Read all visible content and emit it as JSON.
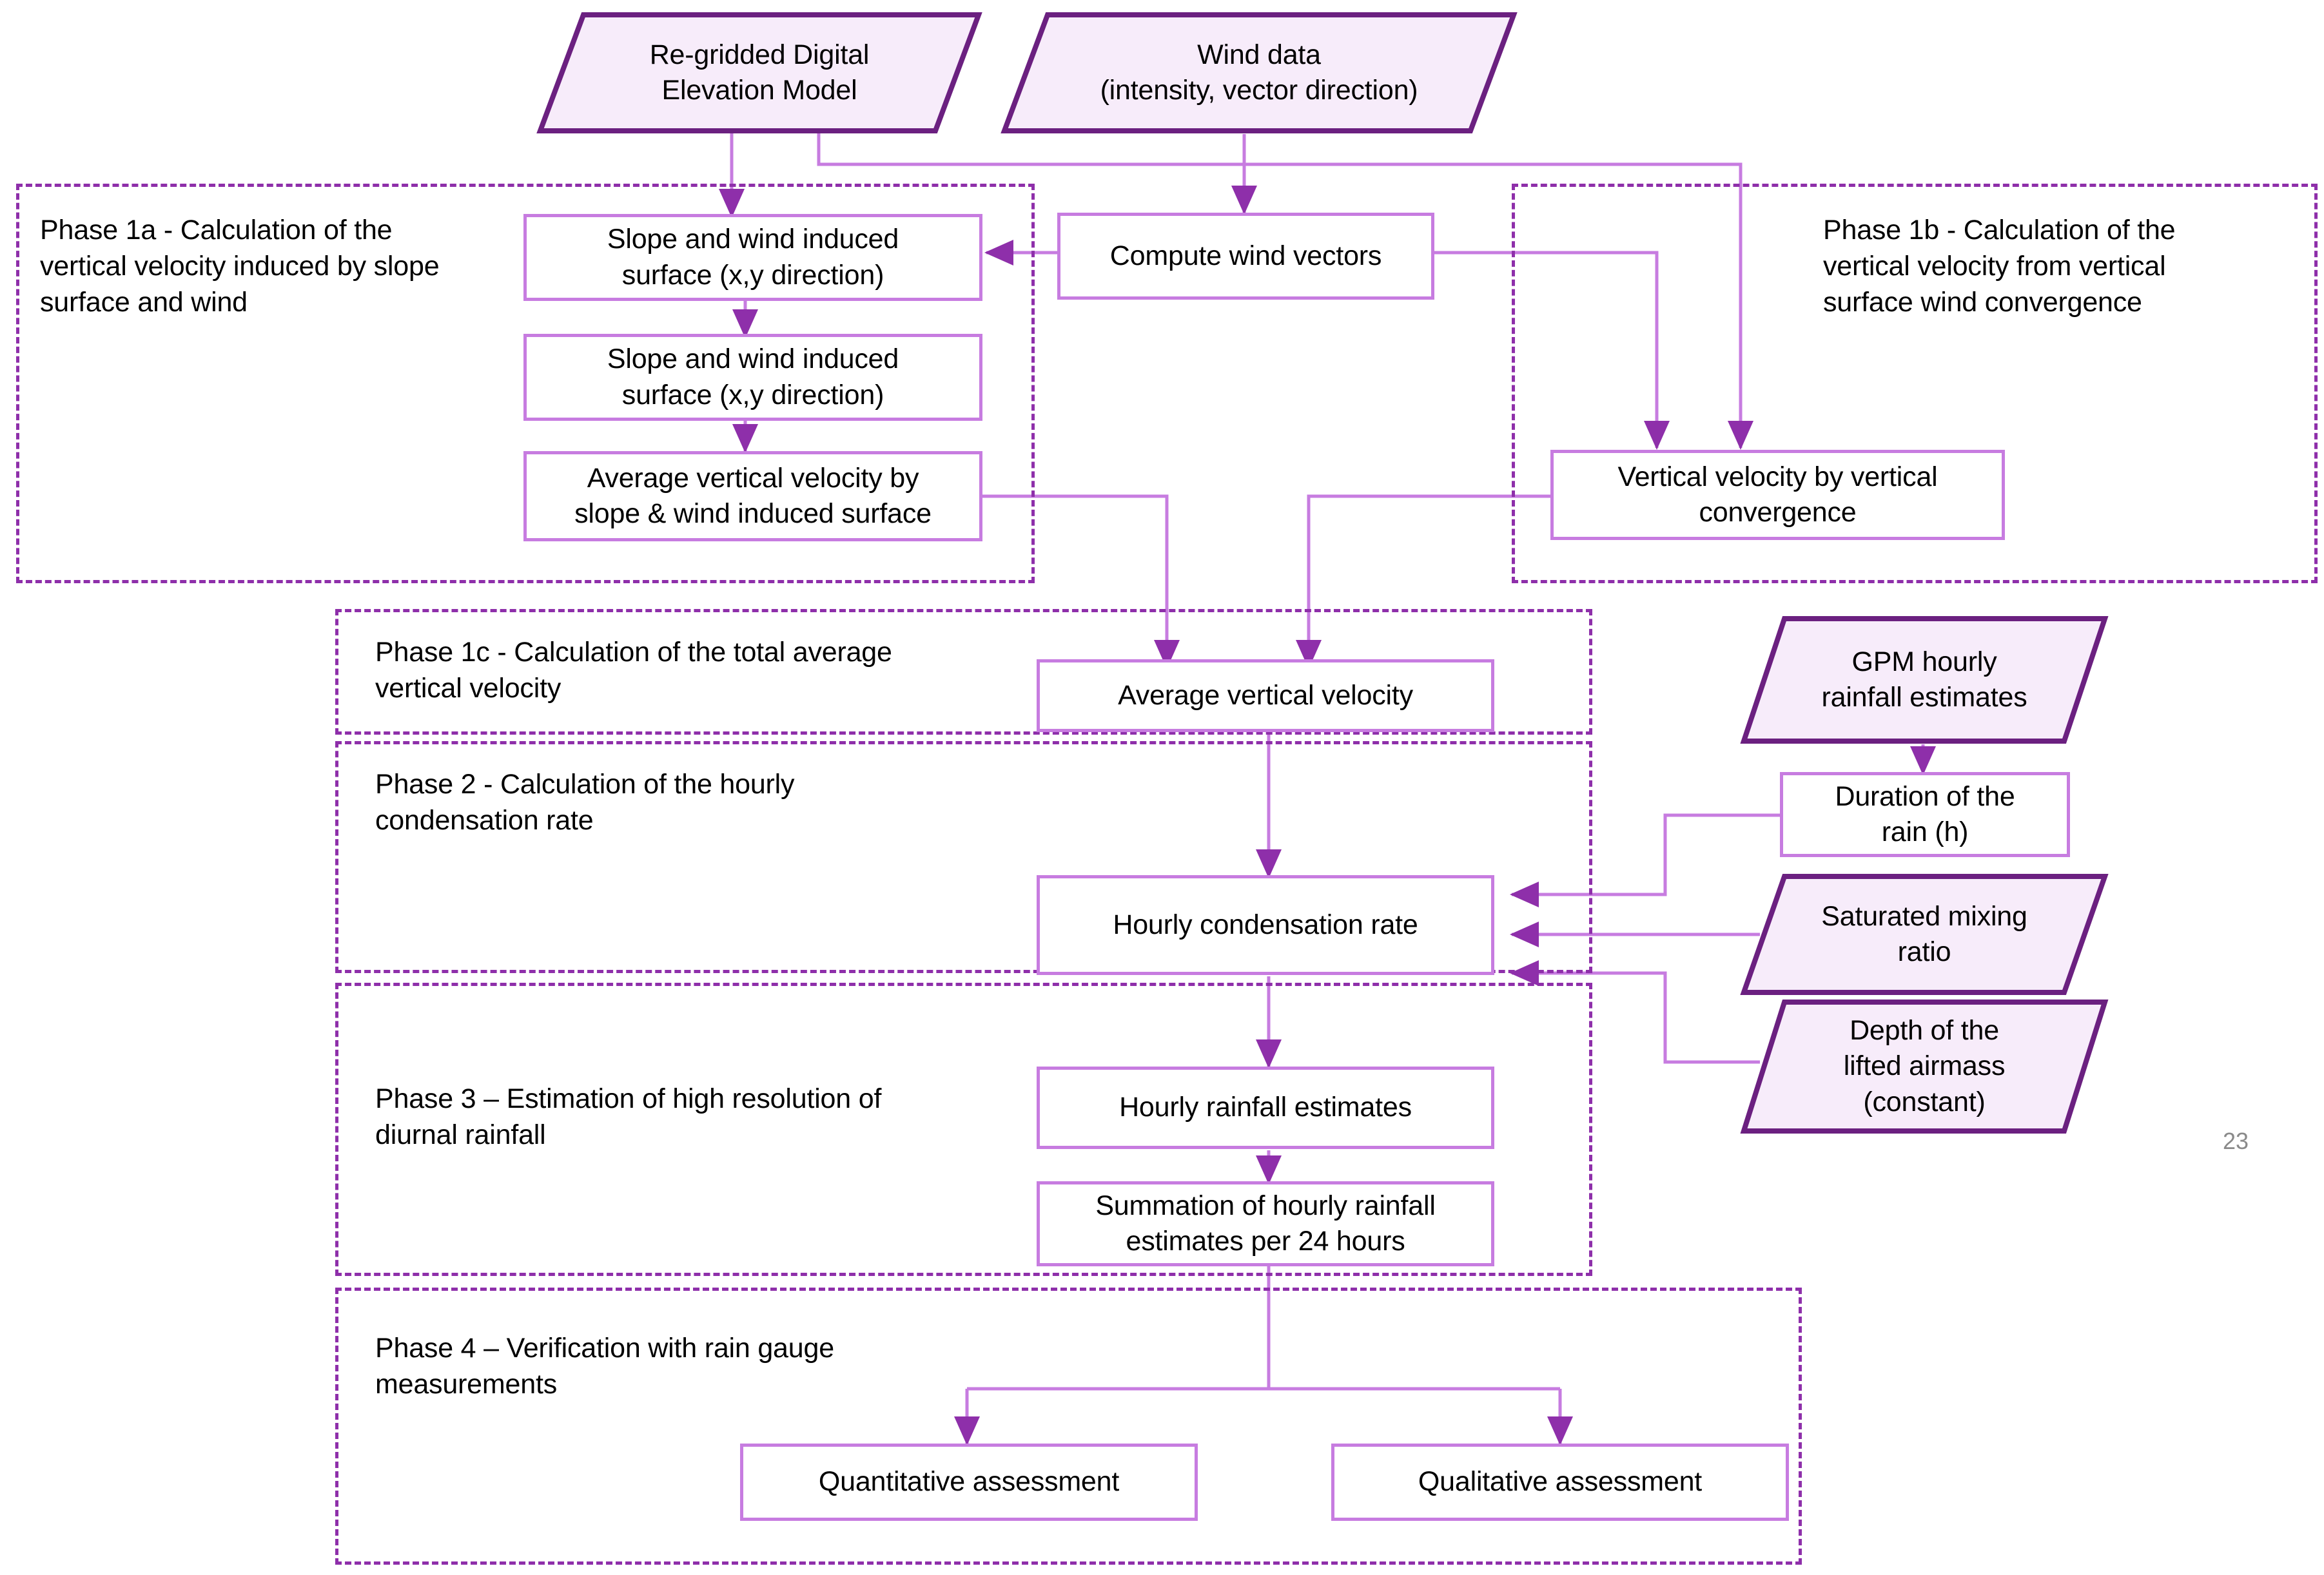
{
  "colors": {
    "phase_border": "#8e2faa",
    "process_border": "#c77ce0",
    "io_border": "#6b2080",
    "io_fill": "#f7ecfa",
    "connector": "#c77ce0",
    "arrow_head": "#8e2faa",
    "text": "#000000",
    "page_number": "#8a8a8a"
  },
  "page": {
    "number": "23"
  },
  "inputs": {
    "dem": "Re-gridded Digital\nElevation Model",
    "wind": "Wind data\n(intensity, vector direction)",
    "gpm": "GPM hourly\nrainfall estimates",
    "saturated_mixing_ratio": "Saturated mixing\nratio",
    "lifted_airmass_depth": "Depth of the\nlifted airmass\n(constant)"
  },
  "phases": {
    "p1a": "Phase 1a - Calculation of the\nvertical velocity induced by slope\nsurface and wind",
    "p1b": "Phase 1b - Calculation of the\nvertical velocity from vertical\nsurface wind convergence",
    "p1c": "Phase 1c - Calculation of the total average\nvertical velocity",
    "p2": "Phase 2 - Calculation of the hourly\ncondensation rate",
    "p3": "Phase 3 – Estimation of high resolution of\ndiurnal rainfall",
    "p4": "Phase 4 – Verification with rain gauge\nmeasurements"
  },
  "processes": {
    "slope_xy_1": "Slope and wind induced\nsurface (x,y direction)",
    "slope_xy_2": "Slope and wind induced\nsurface (x,y direction)",
    "avg_vv_slope": "Average vertical velocity by\nslope & wind induced surface",
    "compute_wind_vectors": "Compute wind vectors",
    "vv_convergence": "Vertical velocity by vertical\nconvergence",
    "avg_vertical_velocity": "Average vertical velocity",
    "duration_rain": "Duration of the\nrain (h)",
    "hourly_condensation_rate": "Hourly condensation rate",
    "hourly_rainfall_estimates": "Hourly rainfall estimates",
    "summation_24h": "Summation of hourly rainfall\nestimates per 24 hours",
    "quantitative": "Quantitative assessment",
    "qualitative": "Qualitative assessment"
  }
}
